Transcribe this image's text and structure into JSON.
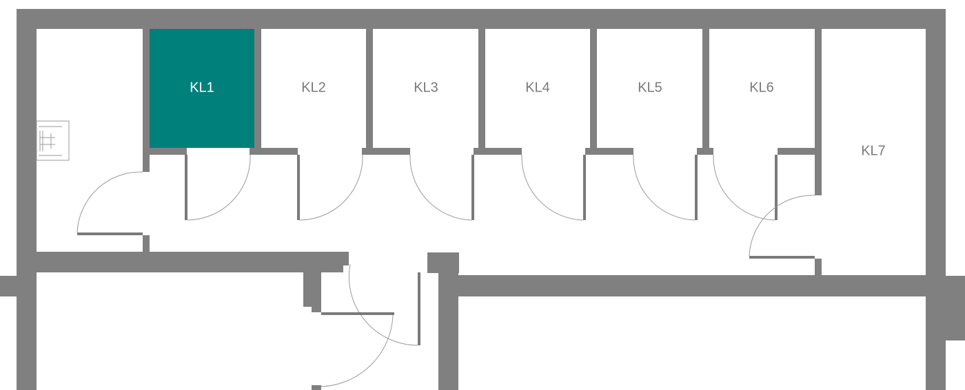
{
  "floorplan": {
    "selected_room": "KL1",
    "accent_color": "#00807b",
    "wall_color": "#808080",
    "rooms": [
      {
        "id": "KL1",
        "label": "KL1"
      },
      {
        "id": "KL2",
        "label": "KL2"
      },
      {
        "id": "KL3",
        "label": "KL3"
      },
      {
        "id": "KL4",
        "label": "KL4"
      },
      {
        "id": "KL5",
        "label": "KL5"
      },
      {
        "id": "KL6",
        "label": "KL6"
      },
      {
        "id": "KL7",
        "label": "KL7"
      }
    ]
  }
}
